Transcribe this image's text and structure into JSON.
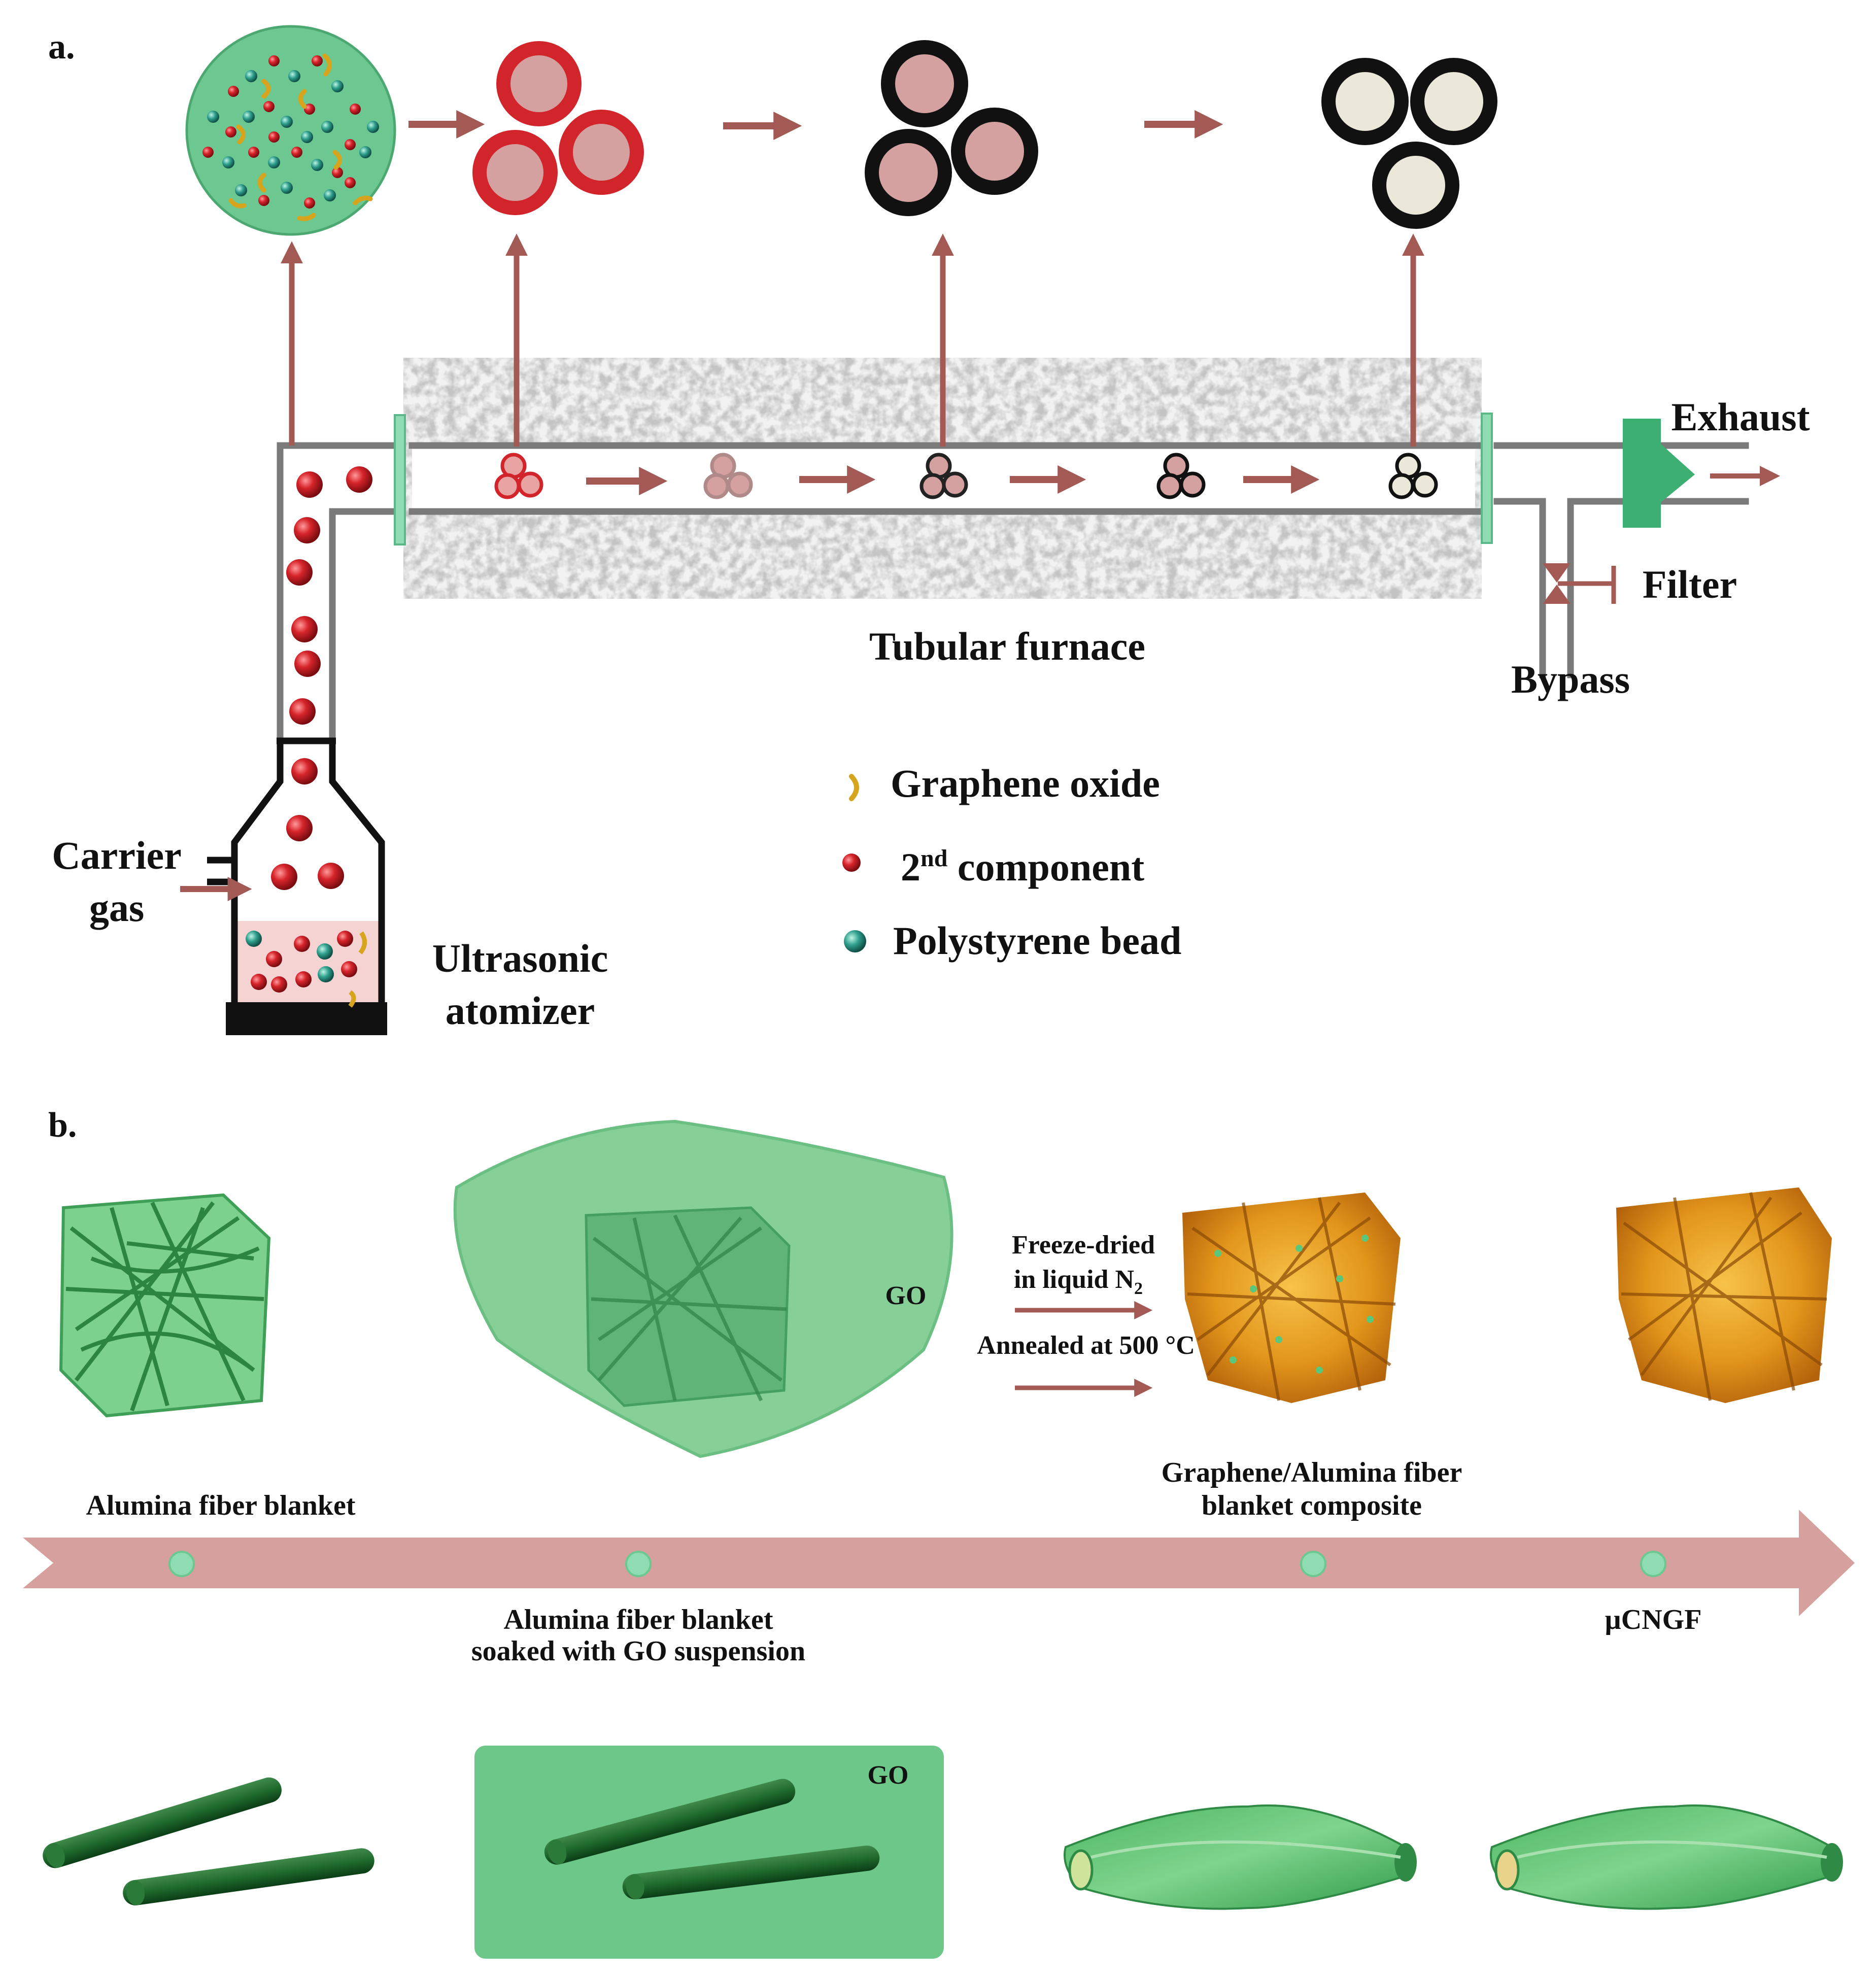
{
  "panel_a": {
    "label": "a.",
    "tubular_furnace": "Tubular furnace",
    "exhaust": "Exhaust",
    "filter": "Filter",
    "bypass": "Bypass",
    "carrier_gas_line1": "Carrier",
    "carrier_gas_line2": "gas",
    "atomizer_line1": "Ultrasonic",
    "atomizer_line2": "atomizer",
    "legend": {
      "graphene_oxide": "Graphene oxide",
      "second_component_prefix": "2",
      "second_component_sup": "nd",
      "second_component_suffix": " component",
      "polystyrene_bead": "Polystyrene bead"
    }
  },
  "panel_b": {
    "label": "b.",
    "step1": "Alumina fiber blanket",
    "step2_line1": "Alumina fiber blanket",
    "step2_line2": "soaked with GO  suspension",
    "step3_line1": "Graphene/Alumina fiber",
    "step3_line2": "blanket composite",
    "step4": "µCNGF",
    "arrow1_line1": "Freeze-dried",
    "arrow1_line2": "in liquid  N",
    "arrow1_sub": "2",
    "arrow2": "Annealed at 500 °C",
    "go_label_top": "GO",
    "go_label_bottom": "GO"
  },
  "colors": {
    "arrow": "#a35a55",
    "pipe": "#7a7a7a",
    "red": "#c8171e",
    "pink": "#d4a1a0",
    "mint": "#8fdcb2",
    "green": "#6cc788",
    "timeline": "#d5a09d",
    "gold": "#e89a1c"
  }
}
